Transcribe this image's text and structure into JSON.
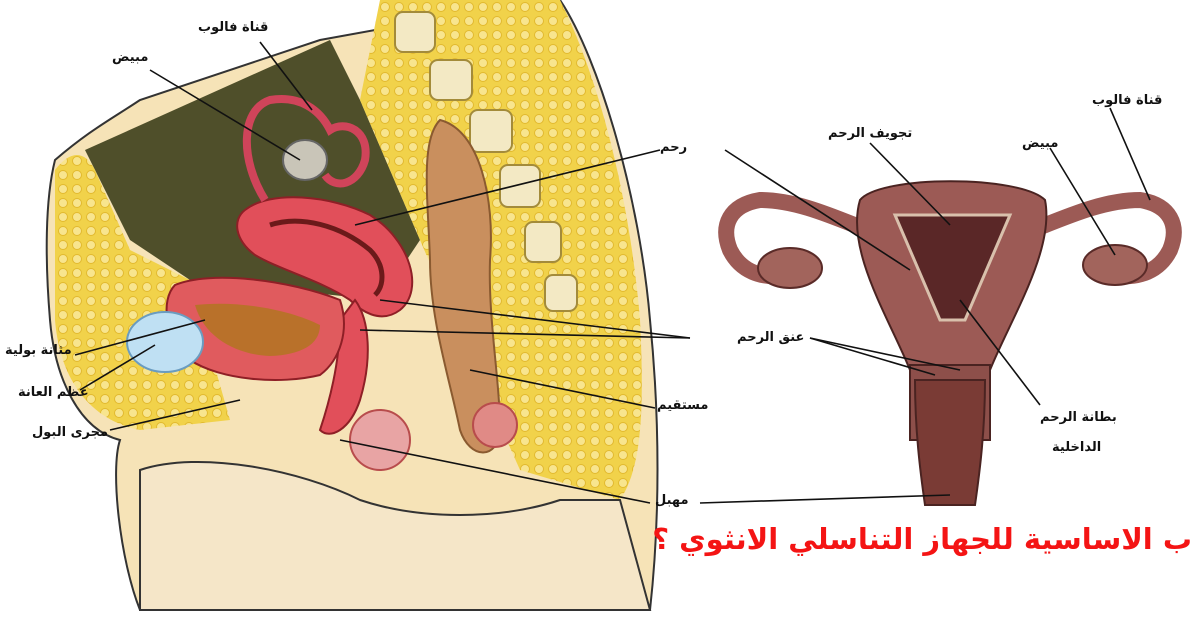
{
  "sagittal": {
    "fallopian_tube": "قناة فالوب",
    "ovary": "مبيض",
    "uterus": "رحم",
    "bladder": "مثانة بولية",
    "pubic_bone": "عظم العانة",
    "urethra": "مجرى البول",
    "rectum": "مستقيم",
    "vagina": "مهبل"
  },
  "frontal": {
    "fallopian_tube": "قناة فالوب",
    "uterine_cavity": "تجويف الرحم",
    "ovary": "مبيض",
    "cervix": "عنق الرحم",
    "endometrium_line1": "بطانة الرحم",
    "endometrium_line2": "الداخلية"
  },
  "question": "ب الاساسية للجهاز التناسلي الانثوي ؟",
  "colors": {
    "question": "#f41414",
    "tissue": "#d9474e",
    "fat": "#f4d84c",
    "dark_bg": "#4a4a2a",
    "uterus_frontal": "#9c5a55"
  }
}
